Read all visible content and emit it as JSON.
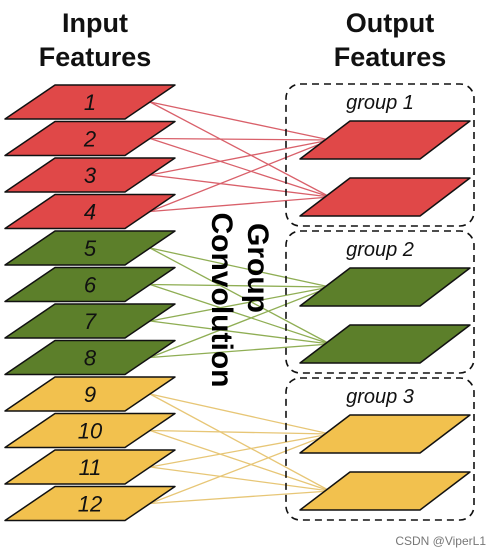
{
  "titles": {
    "input": [
      "Input",
      "Features"
    ],
    "output": [
      "Output",
      "Features"
    ],
    "operation": [
      "Group",
      "Convolution"
    ]
  },
  "colors": {
    "red": "#e04848",
    "green": "#5c7f2a",
    "yellow": "#f2c14e",
    "red_line": "#d9606a",
    "green_line": "#8fae54",
    "yellow_line": "#e7c676"
  },
  "input_features": [
    {
      "label": "1",
      "group": 0
    },
    {
      "label": "2",
      "group": 0
    },
    {
      "label": "3",
      "group": 0
    },
    {
      "label": "4",
      "group": 0
    },
    {
      "label": "5",
      "group": 1
    },
    {
      "label": "6",
      "group": 1
    },
    {
      "label": "7",
      "group": 1
    },
    {
      "label": "8",
      "group": 1
    },
    {
      "label": "9",
      "group": 2
    },
    {
      "label": "10",
      "group": 2
    },
    {
      "label": "11",
      "group": 2
    },
    {
      "label": "12",
      "group": 2
    }
  ],
  "groups": [
    {
      "label": "group 1",
      "color_key": "red",
      "outputs": 2
    },
    {
      "label": "group 2",
      "color_key": "green",
      "outputs": 2
    },
    {
      "label": "group 3",
      "color_key": "yellow",
      "outputs": 2
    }
  ],
  "watermark": "CSDN @ViperL1"
}
